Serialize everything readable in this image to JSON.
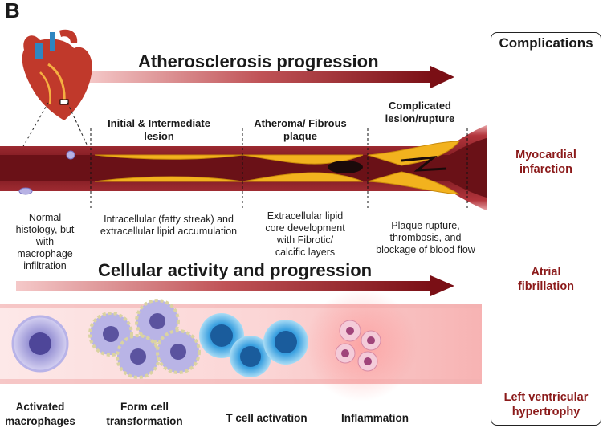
{
  "panel_letter": "B",
  "progression_title": "Atherosclerosis progression",
  "stages": [
    {
      "name": "Initial & Intermediate lesion",
      "line1": "Initial & Intermediate",
      "line2": "lesion"
    },
    {
      "name": "Atheroma/ Fibrous plaque",
      "line1": "Atheroma/ Fibrous",
      "line2": "plaque"
    },
    {
      "name": "Complicated lesion/rupture",
      "line1": "Complicated",
      "line2": "lesion/rupture"
    }
  ],
  "descriptions": [
    {
      "lines": [
        "Normal",
        "histology, but",
        "with",
        "macrophage",
        "infiltration"
      ]
    },
    {
      "lines": [
        "Intracellular (fatty streak) and",
        "extracellular lipid accumulation"
      ]
    },
    {
      "lines": [
        "Extracellular lipid",
        "core development",
        "with Fibrotic/",
        "calcific layers"
      ]
    },
    {
      "lines": [
        "Plaque rupture,",
        "thrombosis, and",
        "blockage of blood flow"
      ]
    }
  ],
  "cellular_title": "Cellular activity and progression",
  "cell_labels": [
    {
      "line1": "Activated",
      "line2": "macrophages"
    },
    {
      "line1": "Form cell",
      "line2": "transformation"
    },
    {
      "line1": "T cell activation",
      "line2": ""
    },
    {
      "line1": "Inflammation",
      "line2": ""
    }
  ],
  "complications": {
    "title": "Complications",
    "items": [
      {
        "line1": "Myocardial",
        "line2": "infarction",
        "icon": "heart-infarction-icon"
      },
      {
        "line1": "Atrial",
        "line2": "fibrillation",
        "icon": "ecg-icon"
      },
      {
        "line1": "Left ventricular",
        "line2": "hypertrophy",
        "icon": "heart-hypertrophy-icon"
      }
    ]
  },
  "colors": {
    "artery": "#8b1d24",
    "lumen": "#5a0d12",
    "plaque": "#f2b21e",
    "arrow": "#8e1e21",
    "complication_text": "#8b1a1a"
  }
}
